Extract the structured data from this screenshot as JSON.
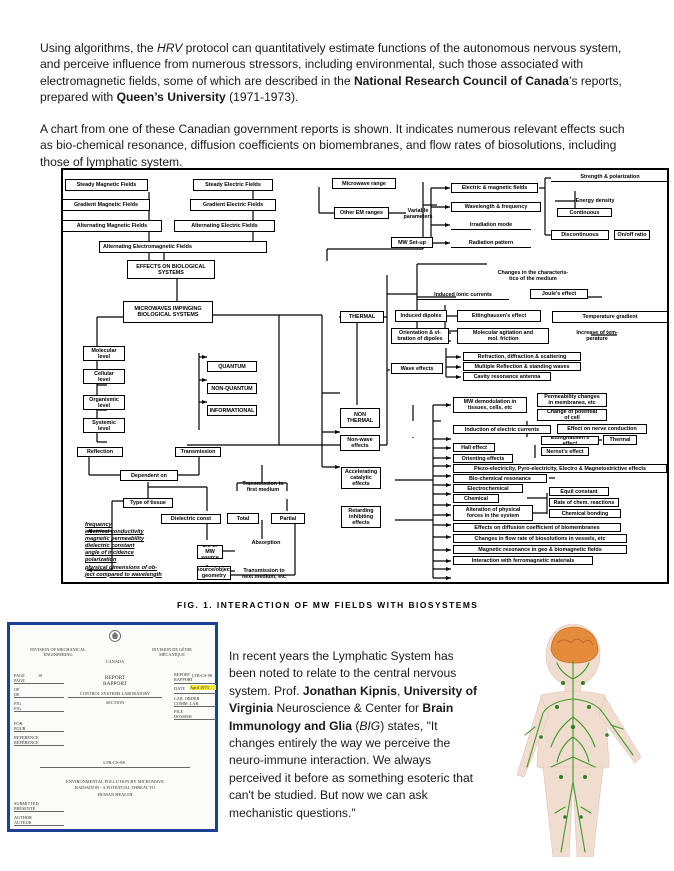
{
  "intro": {
    "p1_a": "Using algorithms, the ",
    "p1_hrv": "HRV",
    "p1_b": " protocol can quantitatively estimate functions of the autonomous nervous system, and perceive influence from numerous stressors, including environmental, such those associated with electromagnetic fields, some of which are described in the ",
    "p1_nrc": "National Research Council of Canada",
    "p1_c": "’s reports, prepared with ",
    "p1_queens": "Queen’s University",
    "p1_d": " (1971-1973).",
    "p2": "A chart from one of these Canadian government reports is shown. It indicates numerous relevant effects such as bio-chemical resonance, diffusion coefficients on biomembranes, and flow rates of biosolutions, including those of lymphatic system."
  },
  "diagram": {
    "caption": "FIG. 1. INTERACTION OF MW FIELDS WITH BIOSYSTEMS",
    "boxes": {
      "steady_magnetic": "Steady Magnetic Fields",
      "steady_electric": "Steady Electric Fields",
      "gradient_magnetic": "Gradient Magnetic Fields",
      "gradient_electric": "Gradient Electric Fields",
      "alternating_magnetic": "Alternating Magnetic Fields",
      "alternating_electric": "Alternating Electric Fields",
      "alternating_em": "Alternating Electromagnetic Fields",
      "effects_on_bio": "EFFECTS ON BIOLOGICAL\nSYSTEMS",
      "microwave_range": "Microwave range",
      "other_em": "Other EM ranges",
      "variable_params": "Variable\nparameters",
      "mw_setup": "MW Set-up",
      "electric_magnetic_fields": "Electric & magnetic fields",
      "wavelength_freq": "Wavelength & frequency",
      "irradiation_mode": "Irradiation mode",
      "radiation_pattern": "Radiation pattern",
      "strength_polarization": "Strength & polarization",
      "energy_density": "Energy density",
      "continuous": "Continuous",
      "discontinuous": "Discontinuous",
      "on_off_ratio": "On/off ratio",
      "changes_character": "Changes in the characteris-\ntics of the medium",
      "induced_ionic": "Induced ionic currents",
      "joule_effect": "Joule's effect",
      "thermal": "THERMAL",
      "induced_dipoles": "Induced dipoles",
      "ettinghausen": "Ettinghausen's effect",
      "temperature_gradient": "Temperature gradient",
      "orientation_dipoles": "Orientation & vi-\nbration of dipoles",
      "molecular_agitation": "Molecular agitation and\nmol. friction",
      "increase_temperature": "Increase of tem-\nperature",
      "mw_impinging": "MICROWAVES IMPINGING\nBIOLOGICAL SYSTEMS",
      "molecular_level": "Molecular\nlevel",
      "cellular_level": "Cellular\nlevel",
      "organismic_level": "Organismic\nlevel",
      "systemic_level": "Systemic\nlevel",
      "quantum": "QUANTUM",
      "non_quantum": "NON-QUANTUM",
      "informational": "INFORMATIONAL",
      "reflection": "Reflection",
      "transmission": "Transmission",
      "dependent_on": "Dependent on",
      "type_of_tissue": "Type of tissue",
      "dielectric_const": "Dielectric const",
      "em_mw_source": "EM or MW\nsource",
      "source_object_geometry": "source/object\ngeometry",
      "transmission_first": "Transmission to\nfirst medium",
      "total": "Total",
      "partial": "Partial",
      "absorption": "Absorption",
      "transmission_next": "Transmission to\nnext medium, etc",
      "refraction_diffraction": "Refraction, diffraction & scattering",
      "multiple_reflection": "Multiple Reflection & standing waves",
      "cavity_resonance": "Cavity resonance antenna",
      "wave_effects": "Wave effects",
      "non_thermal": "NON\nTHERMAL",
      "non_wave_effects": "Non-wave\neffects",
      "mw_demodulation": "MW demodulation in\ntissues, cells, etc",
      "permeability_changes": "Permeability changes\nin membranes, etc",
      "change_potential": "Change of potential\nof cell",
      "induction_currents": "Induction of electric currents",
      "effect_nerve": "Effect on nerve conduction",
      "ettinghausen_effect2": "Ettinghausen's effect",
      "thermal2": "Thermal",
      "hall_effect": "Hall effect",
      "nernst_effect": "Nernst's effect",
      "orienting_effects": "Orienting effects",
      "piezo": "Piezo-electricity, Pyro-electricity, Electro & Magnetostrictive effects",
      "accelerating": "Accelerating\ncatalytic\neffects",
      "retarding": "Retarding\ninhibiting\neffects",
      "bio_chemical_resonance": "Bio-chemical resonance",
      "electrochemical": "Electrochemical",
      "equil_constant": "Equil constant",
      "chemical": "Chemical",
      "rate_of_chem": "Rate of chem. reactions",
      "chemical_bonding": "Chemical bonding",
      "alteration_forces": "Alteration of physical\nforces in the system",
      "effects_diffusion": "Effects on diffusion coefficient of biomembranes",
      "changes_flow": "Changes in flow rate of biosolutions in vessels, etc",
      "magnetic_resonance": "Magnetic resonance in geo & biomagnetic fields",
      "interaction_ferromagnetic": "Interaction with ferromagnetic materials"
    },
    "param_list": [
      "frequency",
      "electrical conductivity",
      "magnetic permeability",
      "dielectric constant",
      "angle of incidence",
      "polarization",
      "physical dimensions of ob-",
      "ject compared to wavelength"
    ]
  },
  "report_cover": {
    "division_en": "DIVISION OF MECHANICAL\nENGINEERING",
    "division_fr": "DIVISION DE GÉNIE\nMÉCANIQUE",
    "country": "CANADA",
    "page_label": "PAGE\nPAGE",
    "page_value": "10",
    "of_label": "OF\nDE",
    "fig_label": "FIG.\nFIG.",
    "report_title": "REPORT\nRAPPORT",
    "lab": "CONTROL SYSTEMS LABORATORY",
    "section": "SECTION",
    "report_no_label": "REPORT\nRAPPORT",
    "report_no": "LTR-CS-98",
    "date_label": "DATE",
    "date": "April 1973",
    "lab_order_label": "LAB. ORDER\nCOMM. LAB.",
    "file_label": "FILE\nDOSSIER",
    "for_label": "FOR\nPOUR",
    "reference_label": "REFERENCE\nRÉFÉRENCE",
    "code": "LTR-CS-98",
    "title": "ENVIRONMENTAL POLLUTION BY MICROWAVE\nRADIATION - A POTENTIAL THREAT TO\nHUMAN HEALTH",
    "submitted_label": "SUBMITTED\nPRÉSENTÉ",
    "author_label": "AUTHOR\nAUTEUR"
  },
  "bottom": {
    "a": "In recent years the Lymphatic System has been noted to relate to the central nervous system. Prof. ",
    "kipnis": "Jonathan Kipnis",
    "b": ", ",
    "uva": "University of Virginia",
    "c": " Neuroscience & Center for ",
    "big": "Brain Immunology and Glia",
    "d": " (",
    "big_abbr": "BIG",
    "e": ") states, \"It changes entirely the way we perceive the neuro-immune interaction. We always perceived it before as something esoteric that can't be studied. But now we can ask mechanistic questions.\""
  },
  "colors": {
    "frame_blue": "#1f3f94",
    "highlight": "#f6e63a",
    "lymph_green": "#3f9b2a",
    "brain_orange": "#e58b3c",
    "skin": "#f1ddd0"
  }
}
